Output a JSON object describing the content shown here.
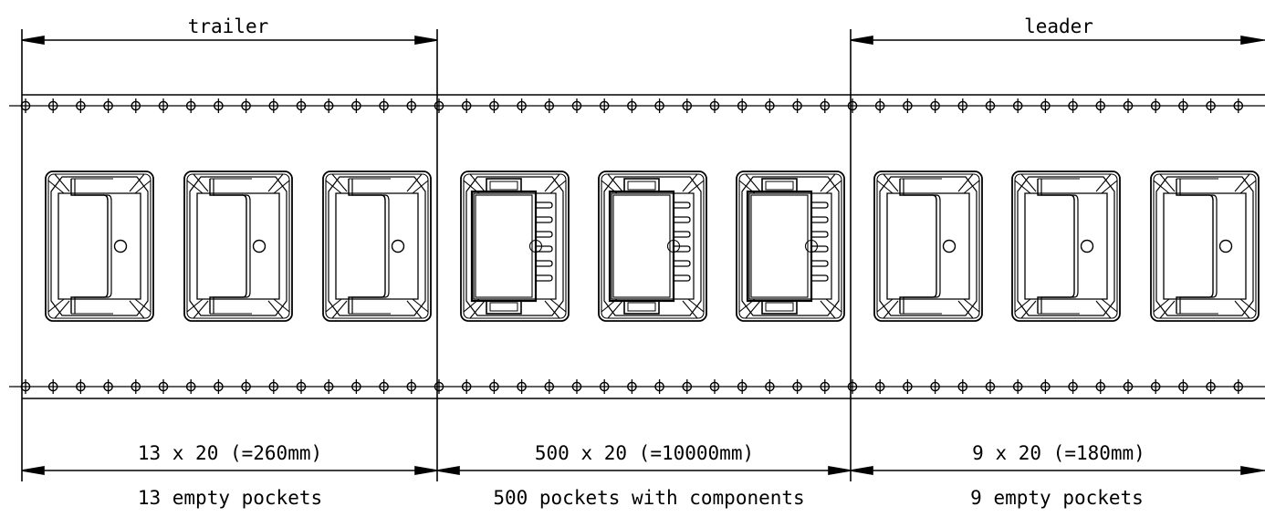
{
  "sections": [
    {
      "name": "trailer",
      "pitch_formula": "13 x 20 (=260mm)",
      "description": "13 empty pockets",
      "pocket_state": "empty"
    },
    {
      "name": "",
      "pitch_formula": "500 x 20 (=10000mm)",
      "description": "500 pockets with components",
      "pocket_state": "component"
    },
    {
      "name": "leader",
      "pitch_formula": "9 x 20 (=180mm)",
      "description": "9 empty pockets",
      "pocket_state": "empty"
    }
  ],
  "colors": {
    "line": "#000000",
    "background": "#ffffff"
  }
}
